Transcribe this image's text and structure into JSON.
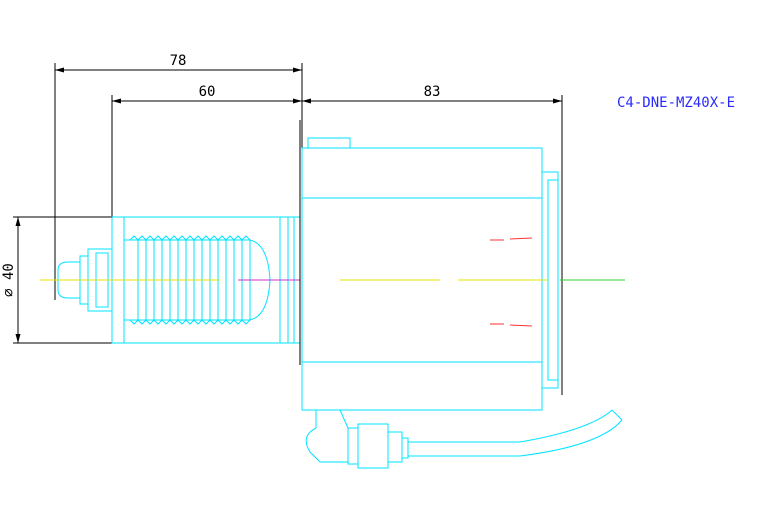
{
  "drawing": {
    "part_number": "C4-DNE-MZ40X-E",
    "dimensions": {
      "overall_length": "78",
      "front_length": "60",
      "body_length": "83",
      "diameter": "⌀ 40"
    }
  },
  "colors": {
    "outline": "#00e5ff",
    "dimension": "#000000",
    "part_label": "#2a2aff",
    "centerline_yellow": "#e6e600",
    "centerline_green": "#33cc33",
    "centerline_magenta": "#cc33cc",
    "hidden_red": "#ff3333"
  }
}
